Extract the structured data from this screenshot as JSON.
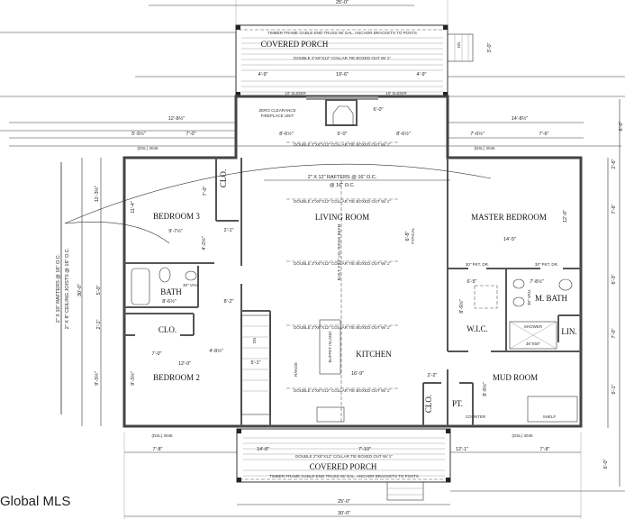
{
  "rooms": {
    "porch_top": "COVERED PORCH",
    "porch_bottom": "COVERED PORCH",
    "bedroom3": "BEDROOM 3",
    "living": "LIVING ROOM",
    "master": "MASTER BEDROOM",
    "bath": "BATH",
    "clo_hall": "CLO.",
    "clo_bed3": "CLO.",
    "clo_kitchen": "CLO.",
    "kitchen": "KITCHEN",
    "wic": "W.I.C.",
    "mbath": "M. BATH",
    "lin": "LIN.",
    "mud": "MUD ROOM",
    "bedroom2": "BEDROOM 2",
    "pt": "PT."
  },
  "notes": {
    "truss_top": "TIMBER FRAME GABLE-END TRUSS W/ GAL. ANCHOR BRACKETS TO POSTS",
    "truss_bottom": "TIMBER FRAME GABLE-END TRUSS W/ GAL. ANCHOR BRACKETS TO POSTS",
    "collar_tie": "DOUBLE 2\"X6\"X12\" COLLAR TIE BOXED OUT W/ 1\"",
    "fireplace_1": "ZERO CLEARANCE",
    "fireplace_2": "FIREPLACE UNIT",
    "rafters_main": "2\" X 12\" RAFTERS @ 16\" O.C.",
    "rafters_sub": "@ 16\" O.C.",
    "rafters_wing": "2\" X 10\" RAFTERS @ 16\" O.C.",
    "joists_wing": "2\" X 8\" CEILING JOISTS @ 16\" O.C.",
    "ridge_beam": "BUILT X 14\" LVL RIDGE BEAM",
    "typical": "TYPICAL",
    "slider": "10' SLIDER",
    "window_dsl": "(DSL) 3046",
    "pkt_dr": "30\" PKT. DR.",
    "vanity": "30\" VAN.",
    "shower": "SHOWER",
    "shower_size": "36\"X60\"",
    "counter": "COUNTER",
    "shelf": "SHELF",
    "buffet_island": "BUFFET ISLAND",
    "range": "RANGE",
    "dn": "DN",
    "up": "DN"
  },
  "dims": {
    "overall_top": "25'-0\"",
    "porch_mid": "19'-6\"",
    "porch_side": "4'-9\"",
    "stair_w": "3'-0\"",
    "fp_right": "6'-0\"",
    "left_total": "12'-8½\"",
    "right_total": "14'-8½\"",
    "l1": "5'-9½\"",
    "l2": "7'-0\"",
    "c1": "8'-6½\"",
    "c2": "5'-0\"",
    "r1": "7'-0½\"",
    "r2": "7'-6\"",
    "right_top": "6'-0\"",
    "rv1": "2'-6\"",
    "rv2": "7'-6\"",
    "rv3": "6'-3\"",
    "rv4": "7'-0\"",
    "rv5": "6'-1\"",
    "lv1": "11'-3½\"",
    "lv_total": "30'-0\"",
    "lv2": "5'-0\"",
    "lv3": "2'-1\"",
    "lv4": "9'-3½\"",
    "bed3_h": "11'-4\"",
    "bed3_w": "9'-7½\"",
    "bed3_clo": "7'-0\"",
    "hall1": "4'-2½\"",
    "hall2": "2'-1\"",
    "bath_w": "8'-6½\"",
    "hall_w": "8'-2\"",
    "clo_w": "7'-0\"",
    "hall3": "4'-8½\"",
    "bed2_w": "12'-0\"",
    "stair_d": "5'-1\"",
    "bed2_h": "9'-3½\"",
    "living_h": "6'-8\"",
    "master_h": "12'-0\"",
    "master_w": "14'-5\"",
    "wic_w": "6'-5\"",
    "mbath_w": "7'-8½\"",
    "wic_h": "8'-9½\"",
    "kitchen_w": "16'-9\"",
    "k_gap": "2'-2\"",
    "mud_h": "8'-9½\"",
    "b1": "7'-8\"",
    "b2": "14'-8\"",
    "b3": "7'-10\"",
    "b4": "12'-1\"",
    "b5": "7'-8\"",
    "bottom_right": "6'-0\"",
    "porch_bottom_w": "25'-0\"",
    "overall_bottom": "30'-0\""
  },
  "watermark": "Global MLS"
}
